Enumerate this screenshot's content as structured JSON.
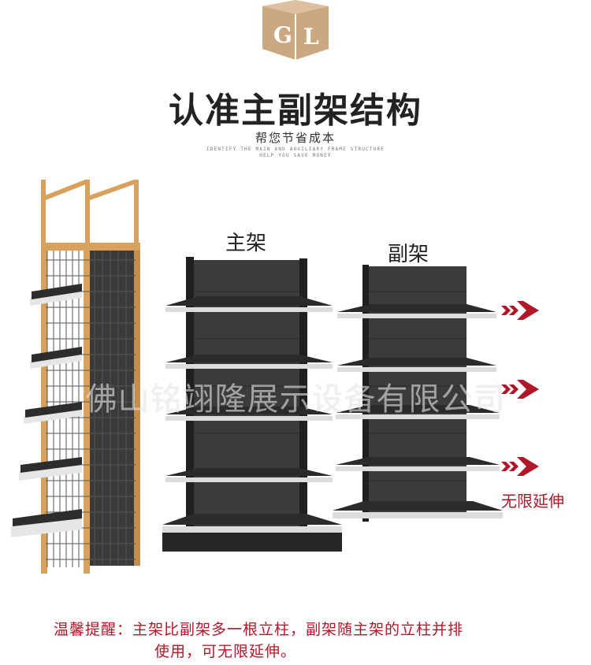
{
  "title": "认准主副架结构",
  "subtitle": "帮您节省成本",
  "english_line1": "IDENTIFY THE MAIN AND AUXILIARY FRAME STRUCTURE",
  "english_line2": "HELP YOU SAVE MONEY",
  "labels": {
    "main_frame": "主架",
    "sub_frame": "副架",
    "infinite": "无限延伸"
  },
  "watermark": "佛山铭翊隆展示设备有限公司",
  "note": {
    "line1": "温馨提醒：主架比副架多一根立柱，副架随主架的立柱并排",
    "line2": "使用，可无限延伸。"
  },
  "logo_letters": "GL",
  "colors": {
    "logo": "#c9a882",
    "accent_red": "#b0182a",
    "shelf_dark": "#2a2a2a",
    "wood_frame": "#d6a25d"
  }
}
